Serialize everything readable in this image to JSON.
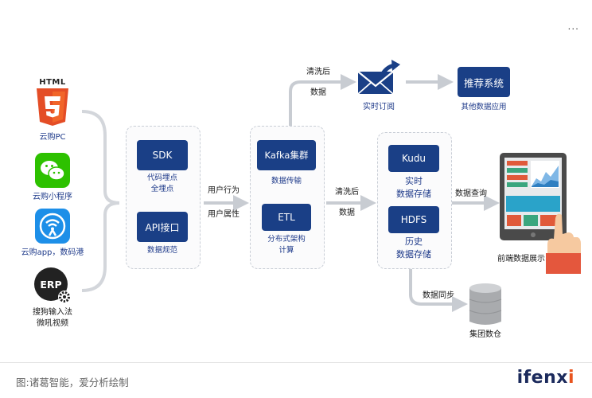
{
  "menu": "...",
  "sources": [
    {
      "label": "云购PC",
      "icon": "html5-icon",
      "logo_text": "HTML"
    },
    {
      "label": "云购小程序",
      "icon": "wechat-icon"
    },
    {
      "label": "云购app，数码港",
      "icon": "wifi-app-icon"
    },
    {
      "label": "搜狗输入法\n微吼视频",
      "icon": "erp-icon",
      "logo_text": "ERP"
    }
  ],
  "collect": {
    "sdk": {
      "box": "SDK",
      "label": "代码埋点\n全埋点"
    },
    "api": {
      "box": "API接口",
      "label": "数据规范"
    }
  },
  "edge_user": {
    "line1": "用户行为",
    "line2": "用户属性"
  },
  "transport": {
    "kafka": {
      "box": "Kafka集群",
      "label": "数据传输"
    },
    "etl": {
      "box": "ETL",
      "label": "分布式架构\n计算"
    }
  },
  "edge_clean_top": {
    "line1": "清洗后",
    "line2": "数据"
  },
  "subscribe": {
    "label": "实时订阅",
    "icon": "email-forward-icon"
  },
  "recommend": {
    "box": "推荐系统",
    "label": "其他数据应用"
  },
  "edge_clean_mid": {
    "line1": "清洗后",
    "line2": "数据"
  },
  "storage": {
    "kudu": {
      "box": "Kudu",
      "label": "实时\n数据存储"
    },
    "hdfs": {
      "box": "HDFS",
      "label": "历史\n数据存储"
    }
  },
  "edge_query": "数据查询",
  "frontend": {
    "label": "前端数据展示",
    "icon": "tablet-dashboard-icon"
  },
  "edge_sync": "数据同步",
  "warehouse": {
    "label": "集团数仓",
    "icon": "database-icon"
  },
  "footer": {
    "caption": "图:诸葛智能，爱分析绘制",
    "brand_main": "ifenx",
    "brand_accent": "i"
  },
  "colors": {
    "navy": "#1a3f86",
    "text": "#1e3a8a",
    "arrow": "#c8ccd2",
    "brand_accent": "#e8541e"
  }
}
